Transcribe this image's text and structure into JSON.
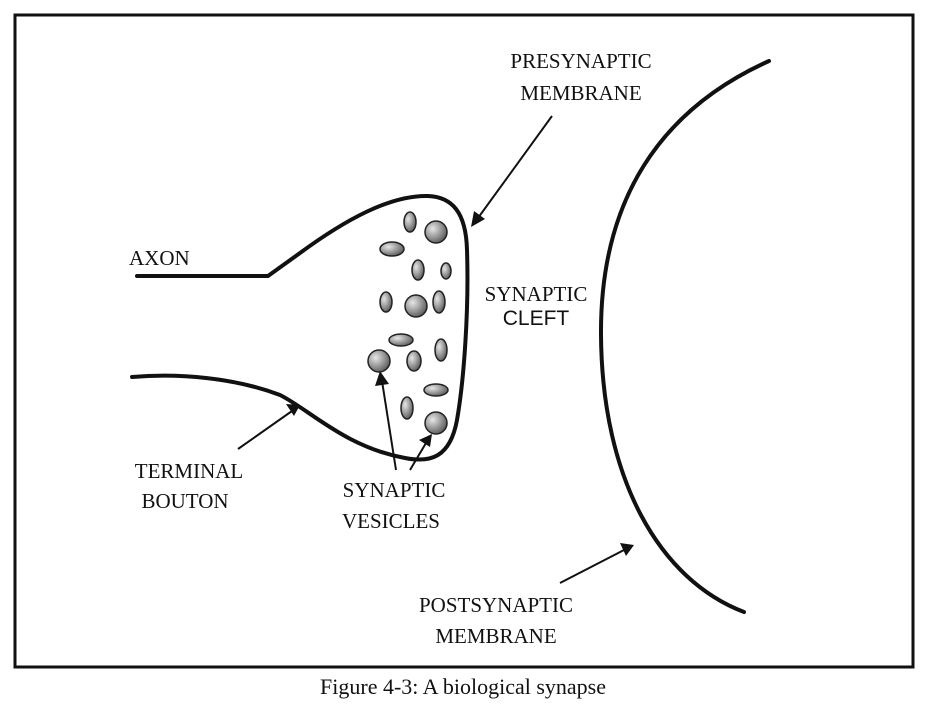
{
  "figure": {
    "labels": {
      "presynaptic_line1": "PRESYNAPTIC",
      "presynaptic_line2": "MEMBRANE",
      "axon": "AXON",
      "cleft_line1": "SYNAPTIC",
      "cleft_line2": "CLEFT",
      "terminal_line1": "TERMINAL",
      "terminal_line2": "BOUTON",
      "vesicles_line1": "SYNAPTIC",
      "vesicles_line2": "VESICLES",
      "postsynaptic_line1": "POSTSYNAPTIC",
      "postsynaptic_line2": "MEMBRANE"
    },
    "caption": "Figure 4-3: A biological synapse"
  }
}
